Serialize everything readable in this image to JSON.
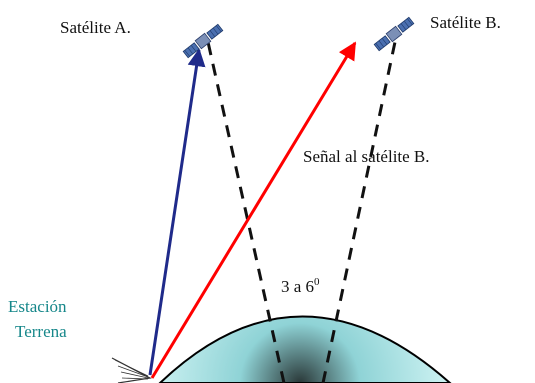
{
  "labels": {
    "satellite_a": "Satélite A.",
    "satellite_b": "Satélite B.",
    "signal_b": "Señal al satélite B.",
    "angle_value": "3 a 6",
    "angle_unit": "0",
    "station_line1": "Estación",
    "station_line2": "Terrena"
  },
  "colors": {
    "signal_a": "#1f2a8a",
    "signal_b": "#ff0000",
    "dashed": "#111111",
    "earth_light": "#cff3f3",
    "earth_mid": "#8fd3d6",
    "earth_dark": "#2a3838",
    "station_text": "#16878a"
  },
  "icons": {
    "satellite": "satellite-icon",
    "dish": "dish-antenna-icon"
  }
}
